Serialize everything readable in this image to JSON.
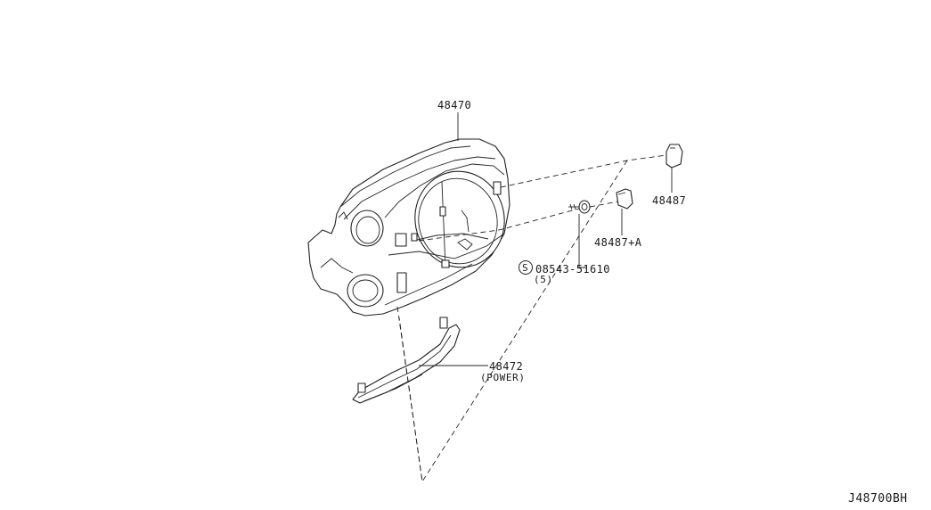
{
  "diagram": {
    "reference_code": "J48700BH",
    "parts": [
      {
        "number": "48470"
      },
      {
        "number": "48487"
      },
      {
        "number": "48487+A"
      },
      {
        "number": "08543-51610",
        "quantity": "(5)",
        "symbol": "S"
      },
      {
        "number": "48472",
        "note": "(POWER)"
      }
    ]
  }
}
